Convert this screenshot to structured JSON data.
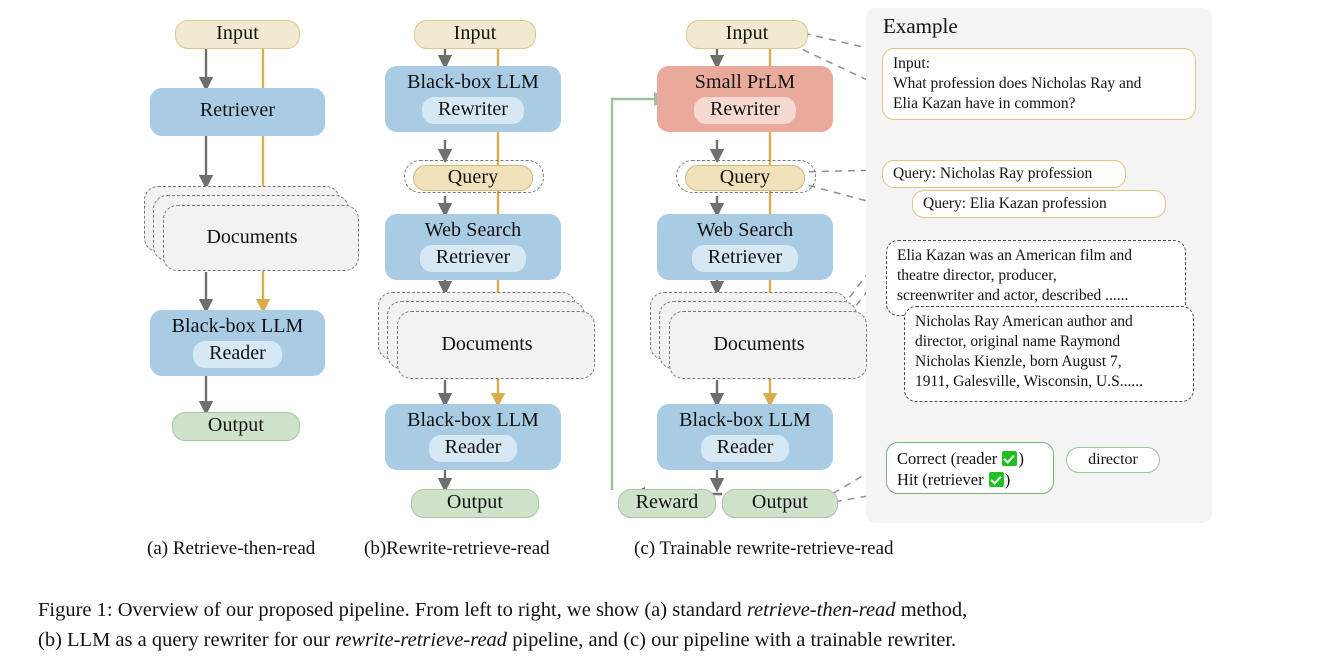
{
  "figure": {
    "caption_line1_a": "Figure 1:  Overview of our proposed pipeline. From left to right, we show (a) standard ",
    "caption_line1_em": "retrieve-then-read",
    "caption_line1_b": " method,",
    "caption_line2_a": "(b) LLM as a query rewriter for our ",
    "caption_line2_em": "rewrite-retrieve-read",
    "caption_line2_b": " pipeline, and (c) our pipeline with a trainable rewriter."
  },
  "subcaptions": {
    "a": "(a) Retrieve-then-read",
    "b": "(b)Rewrite-retrieve-read",
    "c": "(c) Trainable rewrite-retrieve-read"
  },
  "colors": {
    "blue": "#a9cbe4",
    "blue_inner": "#d7e8f5",
    "salmon": "#e9aa9b",
    "salmon_inner": "#f7d9d2",
    "input_yellow": "#f1e9d1",
    "query_yellow": "#f1e2bb",
    "output_green": "#cfe3cb",
    "documents_gray": "#f2f2f3",
    "panel_gray": "#f4f4f4",
    "arrow_gray": "#6f6f6f",
    "arrow_yellow": "#d9ae4a",
    "arrow_green": "#9cc49c",
    "check_green": "#20c020"
  },
  "pipeline_a": {
    "input": "Input",
    "retriever": "Retriever",
    "documents": "Documents",
    "reader_title": "Black-box LLM",
    "reader_sub": "Reader",
    "output": "Output"
  },
  "pipeline_b": {
    "input": "Input",
    "rewriter_title": "Black-box LLM",
    "rewriter_sub": "Rewriter",
    "query": "Query",
    "retriever_title": "Web Search",
    "retriever_sub": "Retriever",
    "documents": "Documents",
    "reader_title": "Black-box LLM",
    "reader_sub": "Reader",
    "output": "Output"
  },
  "pipeline_c": {
    "input": "Input",
    "rewriter_title": "Small PrLM",
    "rewriter_sub": "Rewriter",
    "query": "Query",
    "retriever_title": "Web Search",
    "retriever_sub": "Retriever",
    "documents": "Documents",
    "reader_title": "Black-box LLM",
    "reader_sub": "Reader",
    "output": "Output",
    "reward": "Reward"
  },
  "example": {
    "title": "Example",
    "input_label": "Input:",
    "input_text_line1": "What profession does Nicholas Ray and",
    "input_text_line2": "Elia Kazan have in common?",
    "query1": "Query: Nicholas Ray profession",
    "query2": "Query: Elia Kazan profession",
    "doc1_line1": "Elia Kazan was an American film and",
    "doc1_line2": "theatre director, producer,",
    "doc1_line3": "screenwriter and actor, described  ......",
    "doc2_line1": "Nicholas Ray American author and",
    "doc2_line2": "director, original name Raymond",
    "doc2_line3": "Nicholas Kienzle, born August 7,",
    "doc2_line4": "1911, Galesville, Wisconsin, U.S......",
    "correct_prefix": "Correct (reader ",
    "correct_suffix": ")",
    "hit_prefix": "Hit (retriever ",
    "hit_suffix": ")",
    "answer": "director"
  }
}
